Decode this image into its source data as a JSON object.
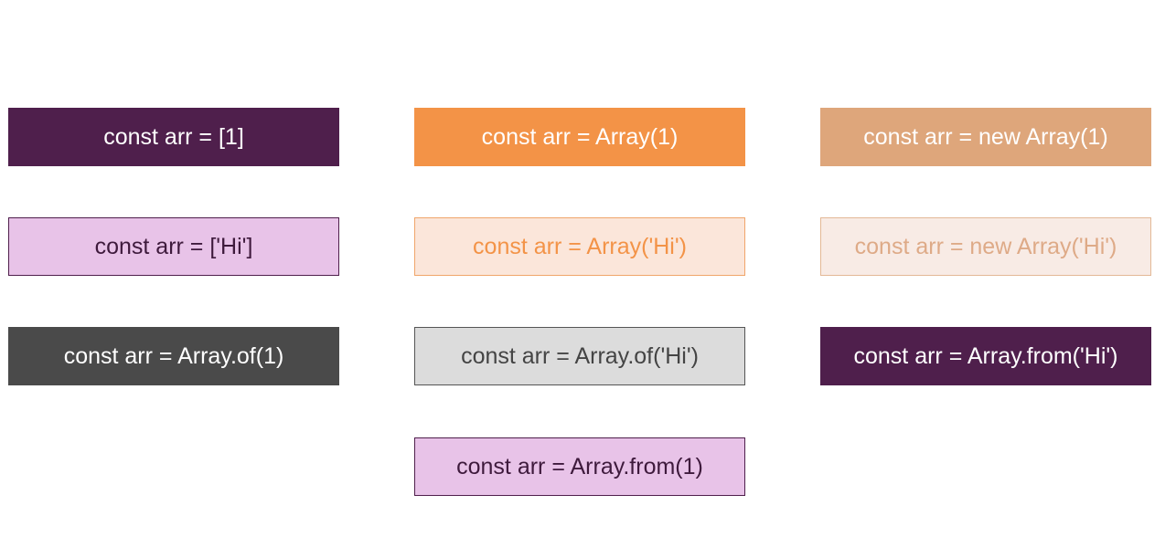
{
  "boxes": {
    "array_literal_number": "const arr = [1]",
    "array_call_number": "const arr = Array(1)",
    "new_array_number": "const arr = new Array(1)",
    "array_literal_string": "const arr = ['Hi']",
    "array_call_string": "const arr = Array('Hi')",
    "new_array_string": "const arr = new Array('Hi')",
    "array_of_number": "const arr = Array.of(1)",
    "array_of_string": "const arr = Array.of('Hi')",
    "array_from_string": "const arr = Array.from('Hi')",
    "array_from_number": "const arr = Array.from(1)"
  },
  "colors": {
    "dark_purple": "#4f1f4c",
    "orange": "#f39347",
    "tan": "#dea67b",
    "lilac": "#e8c3e8",
    "light_orange": "#fbe6da",
    "light_tan": "#f8ebe5",
    "dark_gray": "#4a4a4a",
    "light_gray": "#dcdcdc"
  }
}
